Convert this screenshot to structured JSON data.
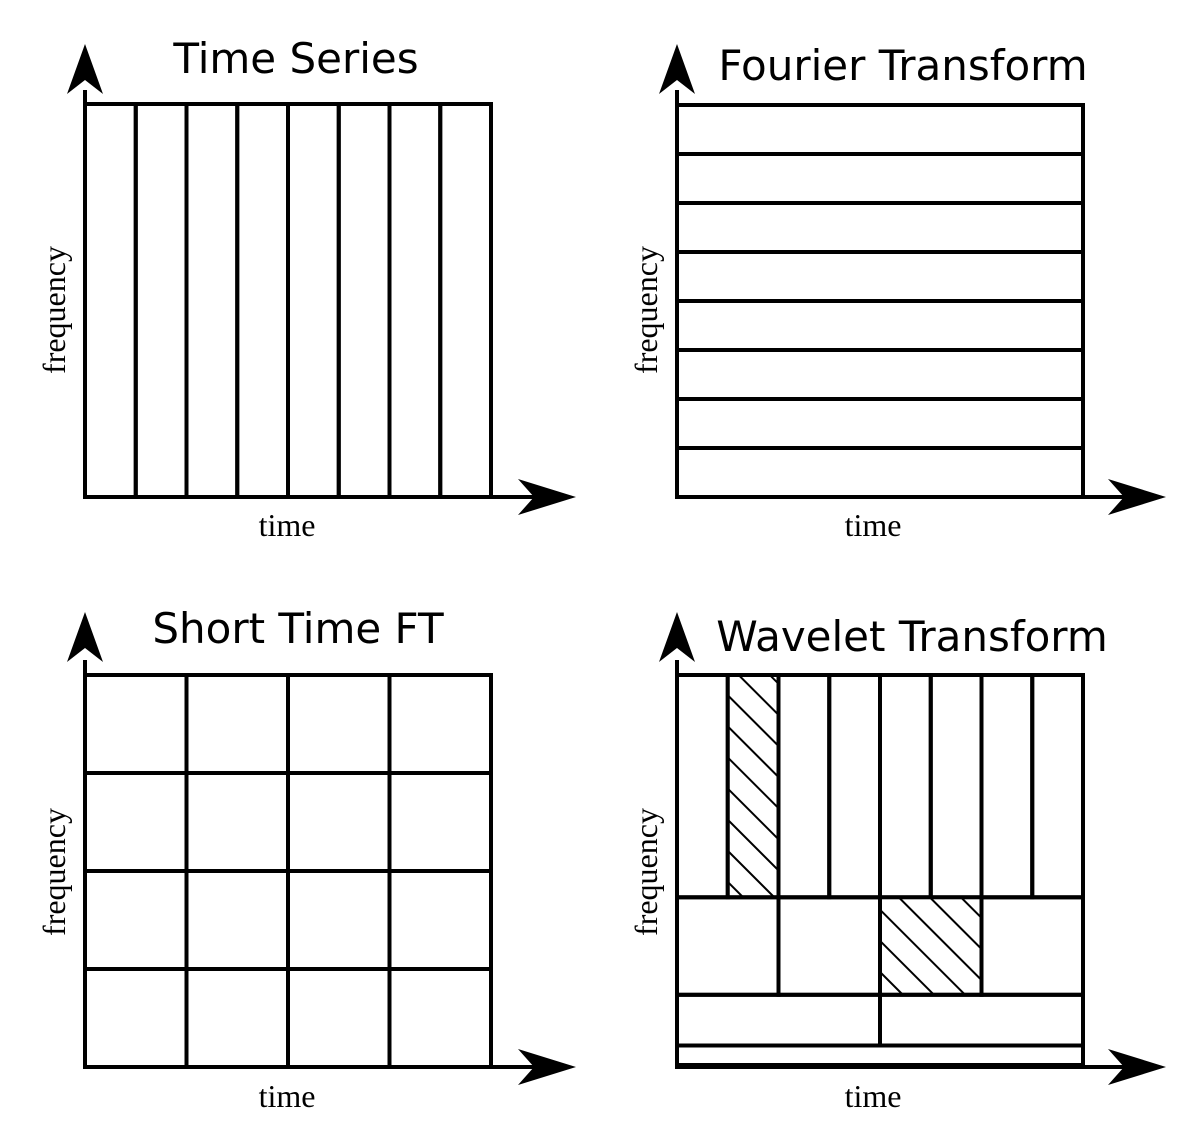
{
  "colors": {
    "ink": "#000000",
    "background": "#ffffff"
  },
  "panels": [
    {
      "id": "time-series",
      "title": "Time Series",
      "xlabel": "time",
      "ylabel": "frequency",
      "tiling": {
        "kind": "vertical-strips",
        "columns": 8
      }
    },
    {
      "id": "fourier-transform",
      "title": "Fourier Transform",
      "xlabel": "time",
      "ylabel": "frequency",
      "tiling": {
        "kind": "horizontal-strips",
        "rows": 8
      }
    },
    {
      "id": "short-time-ft",
      "title": "Short Time FT",
      "xlabel": "time",
      "ylabel": "frequency",
      "tiling": {
        "kind": "uniform-grid",
        "columns": 4,
        "rows": 4
      }
    },
    {
      "id": "wavelet-transform",
      "title": "Wavelet Transform",
      "xlabel": "time",
      "ylabel": "frequency",
      "tiling": {
        "kind": "dyadic",
        "levels": [
          {
            "band": "high",
            "columns": 8,
            "hatched_column": 2
          },
          {
            "band": "mid-high",
            "columns": 4,
            "hatched_column": 3
          },
          {
            "band": "mid-low",
            "columns": 2
          },
          {
            "band": "low",
            "columns": 1
          }
        ]
      }
    }
  ]
}
